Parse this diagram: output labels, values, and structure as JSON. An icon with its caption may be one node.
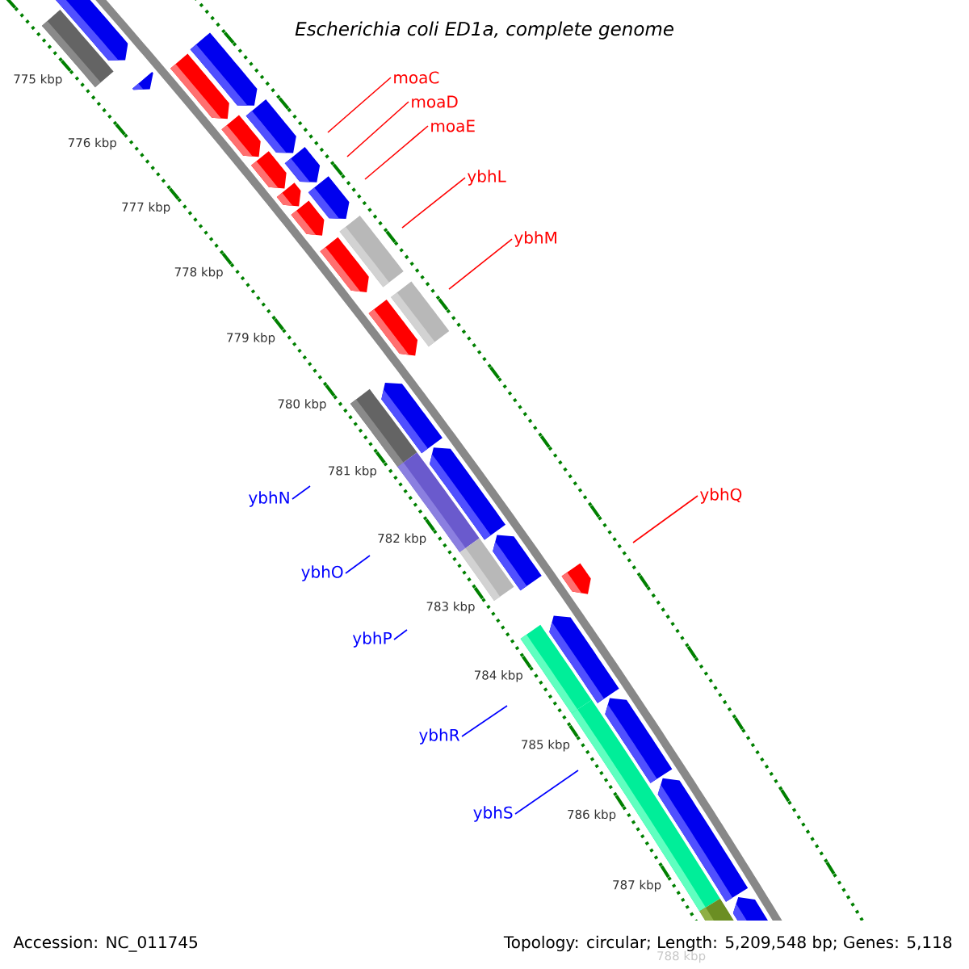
{
  "diagram": {
    "title": "Escherichia coli ED1a, complete genome",
    "nodes": [
      {
        "text": [
          "moaC"
        ]
      },
      {
        "text": [
          "moaD"
        ]
      },
      {
        "text": [
          "moaE"
        ]
      },
      {
        "text": [
          "ybhL"
        ]
      },
      {
        "text": [
          "ybhM"
        ]
      },
      {
        "text": [
          "ybhQ"
        ]
      },
      {
        "text": [
          "ybhN"
        ]
      },
      {
        "text": [
          "ybhO"
        ]
      },
      {
        "text": [
          "ybhP"
        ]
      },
      {
        "text": [
          "ybhR"
        ]
      },
      {
        "text": [
          "ybhS"
        ]
      }
    ],
    "edges": [
      {
        "from": 0,
        "to": null,
        "arrow": "none"
      },
      {
        "from": 1,
        "to": null,
        "arrow": "none"
      },
      {
        "from": 2,
        "to": null,
        "arrow": "none"
      },
      {
        "from": 3,
        "to": null,
        "arrow": "none"
      },
      {
        "from": 4,
        "to": null,
        "arrow": "none"
      },
      {
        "from": 5,
        "to": null,
        "arrow": "none"
      },
      {
        "from": 6,
        "to": null,
        "arrow": "none",
        "color": "#0000ff"
      },
      {
        "from": 7,
        "to": null,
        "arrow": "none",
        "color": "#0000ff"
      },
      {
        "from": 8,
        "to": null,
        "arrow": "none",
        "color": "#0000ff"
      },
      {
        "from": 9,
        "to": null,
        "arrow": "none",
        "color": "#0000ff"
      },
      {
        "from": 10,
        "to": null,
        "arrow": "none",
        "color": "#0000ff"
      }
    ],
    "labels": [
      "775 kbp",
      "776 kbp",
      "777 kbp",
      "778 kbp",
      "779 kbp",
      "780 kbp",
      "781 kbp",
      "782 kbp",
      "783 kbp",
      "784 kbp",
      "785 kbp",
      "786 kbp",
      "787 kbp",
      "788 kbp",
      "Accession: NC_011745",
      "Topology: circular; Length: 5,209,548 bp; Genes: 5,118"
    ]
  }
}
